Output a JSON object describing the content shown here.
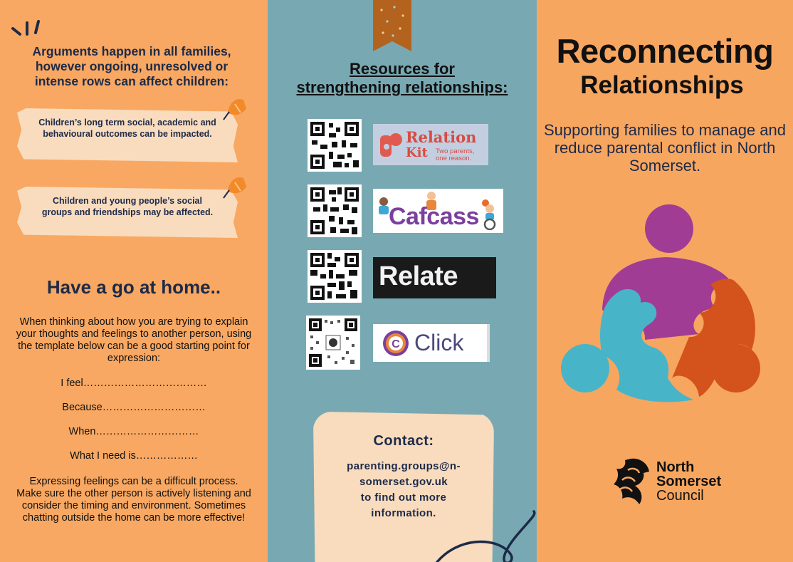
{
  "left_panel": {
    "intro": "Arguments happen in all families, however ongoing, unresolved or intense rows can affect children:",
    "notes": [
      "Children’s long term social, academic and behavioural outcomes can be impacted.",
      "Children and young people’s social groups and friendships may be affected."
    ],
    "home_heading": "Have a go at home..",
    "home_intro": "When thinking about how you are trying to explain your thoughts and feelings to another person, using the template below can be a good starting point for expression:",
    "prompts": [
      "I feel………………………………",
      "Because…………………………",
      "When…………………………",
      "What I need is………………"
    ],
    "closing": "Expressing feelings can be a difficult process. Make sure the other person is actively listening and consider the timing and environment. Sometimes chatting outside the home can be more effective!"
  },
  "middle_panel": {
    "title_line1": "Resources for",
    "title_line2": "strengthening relationships:",
    "resources": [
      {
        "logo_main": "Relation",
        "logo_second": "Kit",
        "logo_tagline": "Two parents, one reason."
      },
      {
        "logo_main": "Cafcass"
      },
      {
        "logo_main": "Relate"
      },
      {
        "logo_main": "Click"
      }
    ],
    "contact": {
      "title": "Contact:",
      "email_line1": "parenting.groups@n-",
      "email_line2": "somerset.gov.uk",
      "info_line1": "to find out more",
      "info_line2": "information."
    }
  },
  "right_panel": {
    "title": "Reconnecting",
    "subtitle": "Relationships",
    "tagline": "Supporting families to manage and reduce parental conflict in North Somerset.",
    "council": {
      "line1": "North",
      "line2": "Somerset",
      "line3": "Council"
    }
  },
  "colors": {
    "orange": "#f8a862",
    "teal": "#78a9b3",
    "peach": "#f9dcbe",
    "navy": "#1d2a48",
    "puzzle_purple": "#a13c95",
    "puzzle_orange": "#d4521c",
    "puzzle_teal": "#48b4c8"
  }
}
